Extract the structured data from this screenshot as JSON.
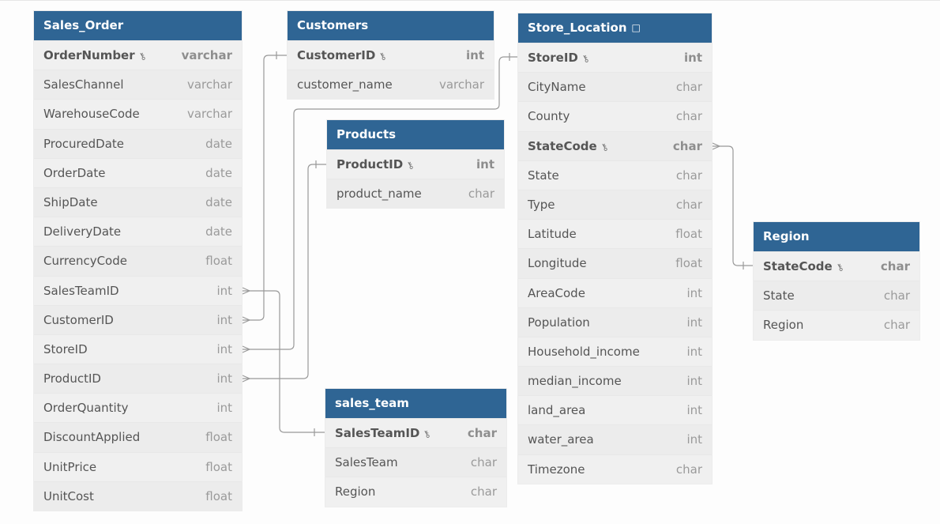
{
  "tables": [
    {
      "id": "sales_order",
      "name": "Sales_Order",
      "fields": [
        {
          "name": "OrderNumber",
          "type": "varchar",
          "pk": true
        },
        {
          "name": "SalesChannel",
          "type": "varchar"
        },
        {
          "name": "WarehouseCode",
          "type": "varchar"
        },
        {
          "name": "ProcuredDate",
          "type": "date"
        },
        {
          "name": "OrderDate",
          "type": "date"
        },
        {
          "name": "ShipDate",
          "type": "date"
        },
        {
          "name": "DeliveryDate",
          "type": "date"
        },
        {
          "name": "CurrencyCode",
          "type": "float"
        },
        {
          "name": "SalesTeamID",
          "type": "int"
        },
        {
          "name": "CustomerID",
          "type": "int"
        },
        {
          "name": "StoreID",
          "type": "int"
        },
        {
          "name": "ProductID",
          "type": "int"
        },
        {
          "name": "OrderQuantity",
          "type": "int"
        },
        {
          "name": "DiscountApplied",
          "type": "float"
        },
        {
          "name": "UnitPrice",
          "type": "float"
        },
        {
          "name": "UnitCost",
          "type": "float"
        }
      ]
    },
    {
      "id": "customers",
      "name": "Customers",
      "fields": [
        {
          "name": "CustomerID",
          "type": "int",
          "pk": true
        },
        {
          "name": "customer_name",
          "type": "varchar"
        }
      ]
    },
    {
      "id": "products",
      "name": "Products",
      "fields": [
        {
          "name": "ProductID",
          "type": "int",
          "pk": true
        },
        {
          "name": "product_name",
          "type": "char"
        }
      ]
    },
    {
      "id": "sales_team",
      "name": "sales_team",
      "fields": [
        {
          "name": "SalesTeamID",
          "type": "char",
          "pk": true
        },
        {
          "name": "SalesTeam",
          "type": "char"
        },
        {
          "name": "Region",
          "type": "char"
        }
      ]
    },
    {
      "id": "store_location",
      "name": "Store_Location",
      "has_note": true,
      "fields": [
        {
          "name": "StoreID",
          "type": "int",
          "pk": true
        },
        {
          "name": "CityName",
          "type": "char"
        },
        {
          "name": "County",
          "type": "char"
        },
        {
          "name": "StateCode",
          "type": "char",
          "pk": true
        },
        {
          "name": "State",
          "type": "char"
        },
        {
          "name": "Type",
          "type": "char"
        },
        {
          "name": "Latitude",
          "type": "float"
        },
        {
          "name": "Longitude",
          "type": "float"
        },
        {
          "name": "AreaCode",
          "type": "int"
        },
        {
          "name": "Population",
          "type": "int"
        },
        {
          "name": "Household_income",
          "type": "int"
        },
        {
          "name": "median_income",
          "type": "int"
        },
        {
          "name": "land_area",
          "type": "int"
        },
        {
          "name": "water_area",
          "type": "int"
        },
        {
          "name": "Timezone",
          "type": "char"
        }
      ]
    },
    {
      "id": "region",
      "name": "Region",
      "fields": [
        {
          "name": "StateCode",
          "type": "char",
          "pk": true
        },
        {
          "name": "State",
          "type": "char"
        },
        {
          "name": "Region",
          "type": "char"
        }
      ]
    }
  ],
  "relationships": [
    {
      "from": "Sales_Order.SalesTeamID",
      "to": "sales_team.SalesTeamID",
      "cardinality": "many-to-one"
    },
    {
      "from": "Sales_Order.CustomerID",
      "to": "Customers.CustomerID",
      "cardinality": "many-to-one"
    },
    {
      "from": "Sales_Order.StoreID",
      "to": "Store_Location.StoreID",
      "cardinality": "many-to-one"
    },
    {
      "from": "Sales_Order.ProductID",
      "to": "Products.ProductID",
      "cardinality": "many-to-one"
    },
    {
      "from": "Store_Location.StateCode",
      "to": "Region.StateCode",
      "cardinality": "many-to-one"
    }
  ],
  "icons": {
    "key": "key-icon",
    "note": "note-icon"
  },
  "colors": {
    "header": "#2f6594",
    "body": "#f0f0f0",
    "line": "#999999"
  }
}
